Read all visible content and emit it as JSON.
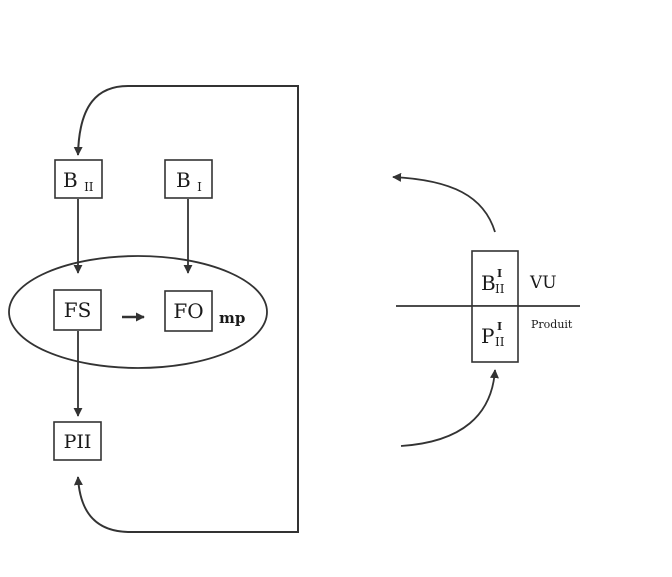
{
  "left_diagram": {
    "box_bii": {
      "main": "B",
      "sub": "II"
    },
    "box_bi": {
      "main": "B",
      "sub": "I"
    },
    "box_fs": {
      "main": "FS"
    },
    "box_fo": {
      "main": "FO"
    },
    "label_mp": "mp",
    "box_pii": {
      "main": "PII"
    }
  },
  "right_diagram": {
    "box_top": {
      "main": "B",
      "sub": "II",
      "sup": "I"
    },
    "label_vu": "VU",
    "box_bottom": {
      "main": "P",
      "sub": "II",
      "sup": "I"
    },
    "label_produit": "Produit"
  },
  "colors": {
    "ink": "#1a1a1a",
    "background": "#ffffff"
  }
}
